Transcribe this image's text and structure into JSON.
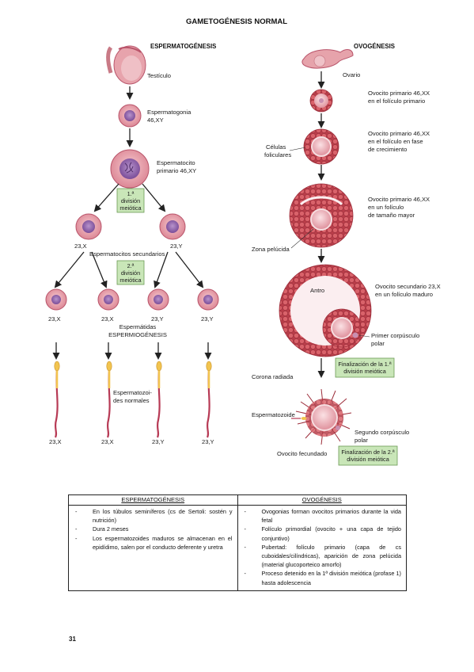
{
  "title": "GAMETOGÉNESIS NORMAL",
  "sperm": {
    "heading": "ESPERMATOGÉNESIS",
    "testicle": "Testículo",
    "spermatogonia": [
      "Espermatogonia",
      "46,XY"
    ],
    "spermatocyte": [
      "Espermatocito",
      "primario 46,XY"
    ],
    "first_division": [
      "1.ª",
      "división",
      "meiótica"
    ],
    "second_division": [
      "2.ª",
      "división",
      "meiótica"
    ],
    "secondary_label": "Espermatocitos secundarios",
    "sec_left": "23,X",
    "sec_right": "23,Y",
    "spermatid_labels": [
      "23,X",
      "23,X",
      "23,Y",
      "23,Y"
    ],
    "spermatids": "Espermátidas",
    "spermiogenesis": "ESPERMIOGÉNESIS",
    "sperm_cells": [
      "Espermatozoi-",
      "des normales"
    ],
    "sperm_labels": [
      "23,X",
      "23,X",
      "23,Y",
      "23,Y"
    ]
  },
  "oo": {
    "heading": "OVOGÉNESIS",
    "ovary": "Ovario",
    "primary_follicle": [
      "Ovocito primario 46,XX",
      "en el folículo primario"
    ],
    "follicular_cells": [
      "Células",
      "foliculares"
    ],
    "growing_follicle": [
      "Ovocito primario 46,XX",
      "en el folículo en fase",
      "de crecimiento"
    ],
    "larger_follicle": [
      "Ovocito primario 46,XX",
      "en un folículo",
      "de tamaño mayor"
    ],
    "zona": "Zona pelúcida",
    "antrum": "Antro",
    "mature_follicle": [
      "Ovocito secundario 23,X",
      "en un folículo maduro"
    ],
    "first_polar": [
      "Primer corpúsculo",
      "polar"
    ],
    "end_first": [
      "Finalización de la 1.ª",
      "división meiótica"
    ],
    "corona": "Corona radiada",
    "spermatozoon": "Espermatozoide",
    "second_polar": [
      "Segundo corpúsculo",
      "polar"
    ],
    "fertilized": "Ovocito fecundado",
    "end_second": [
      "Finalización de la 2.ª",
      "división meiótica"
    ]
  },
  "table": {
    "col1_header": "ESPERMATOGÉNESIS",
    "col2_header": "OVOGÉNESIS",
    "col1_items": [
      "En los túbulos seminíferos (cs de Sertoli: sostén y nutrición)",
      "Dura 2 meses",
      "Los espermatozoides maduros se almacenan en el epidídimo, salen por el conducto deferente y uretra"
    ],
    "col2_items": [
      "Ovogonias forman ovocitos primarios durante la vida fetal",
      "Folículo primordial (ovocito + una capa de tejido conjuntivo)",
      "Pubertad: folículo primario (capa de cs cuboidales/cilíndricas), aparición de zona pelúcida (material glucoporteico amorfo)",
      "Proceso detenido en la 1ª división meiótica (profase 1) hasta adolescencia"
    ]
  },
  "page_number": "31",
  "colors": {
    "cell_fill": "#e3919d",
    "cell_edge": "#b9546a",
    "nucleus": "#8a5aa3",
    "granulosa": "#c9484f",
    "box_fill": "#c9e6b8",
    "sperm_head": "#f2c44f",
    "sperm_tail": "#b73a55"
  }
}
